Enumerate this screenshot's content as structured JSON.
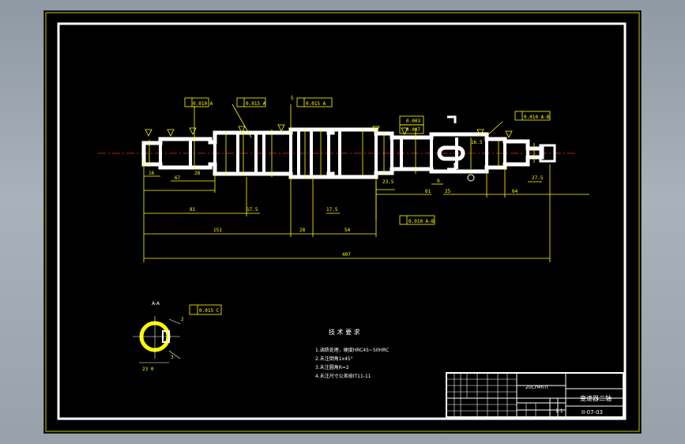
{
  "dimensions": {
    "d16": "16",
    "d28": "28",
    "d67": "67",
    "d81": "81",
    "d175a": "17.5",
    "d175b": "17.5",
    "d151": "151",
    "d28b": "28",
    "d54": "54",
    "d407": "407",
    "d235": "23.5",
    "d61": "61",
    "d9": "9",
    "d25": "25",
    "d64": "64",
    "d275": "27.5",
    "d165": "16.5",
    "d5": "5",
    "d235b": "23 0",
    "d3": "3",
    "d2": "2"
  },
  "tolerance_frames": {
    "t1": "0.010 A",
    "t2": "0.015 A",
    "t3": "0.015 A",
    "t4": "0.010 A-B",
    "t5": "0.010 A-B",
    "t6": "0.015 C",
    "t7a": "0.003",
    "t7b": "0.007"
  },
  "section_label": "A-A",
  "tech_req": {
    "title": "技 术 要 求",
    "lines": [
      "1.调质处理，硬度HRC45~50HRC",
      "2.未注倒角1x45°",
      "3.未注圆角R=2",
      "4.未注尺寸公差按IT11-11"
    ]
  },
  "title_block": {
    "material": "20CrMnTi",
    "part_name": "变速器二轴",
    "scale": "1:1",
    "drawing_no": "II-07-03"
  },
  "colors": {
    "background": "#000000",
    "frame": "#ffffff",
    "dimension": "#ffff00",
    "centerline": "#ff2020"
  }
}
